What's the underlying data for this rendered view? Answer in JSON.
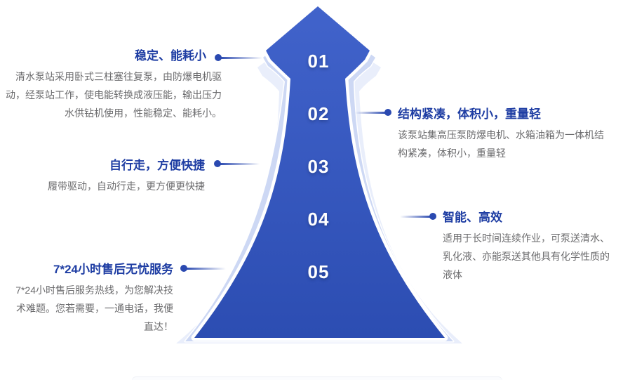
{
  "diagram": {
    "steps": [
      "01",
      "02",
      "03",
      "04",
      "05"
    ],
    "features_left": [
      {
        "title": "稳定、能耗小",
        "body": "清水泵站采用卧式三柱塞往复泵，由防爆电机驱动，经泵站工作，使电能转换成液压能，输出压力水供钻机使用，性能稳定、能耗小。"
      },
      {
        "title": "自行走，方便快捷",
        "body": "履带驱动，自动行走，更方便更快捷"
      },
      {
        "title": "7*24小时售后无忧服务",
        "body": "7*24小时售后服务热线，为您解决技术难题。您若需要，一通电话，我便直达！"
      }
    ],
    "features_right": [
      {
        "title": "结构紧凑，体积小，重量轻",
        "body": "该泵站集高压泵防爆电机、水箱油箱为一体机结构紧凑，体积小，重量轻"
      },
      {
        "title": "智能、高效",
        "body": "适用于长时间连续作业，可泵送清水、乳化液、亦能泵送其他具有化学性质的液体"
      }
    ],
    "colors": {
      "arrow_gradient_top": "#4163cb",
      "arrow_gradient_bottom": "#2c4db2",
      "arrow_rim_light": "#cdd8f4",
      "arrow_rim_lighter": "#e9eefb",
      "title_text": "#1e3da3",
      "body_text": "#6b6b6d",
      "connector_dot": "#2a49b0",
      "step_number_text": "#ffffff"
    }
  }
}
